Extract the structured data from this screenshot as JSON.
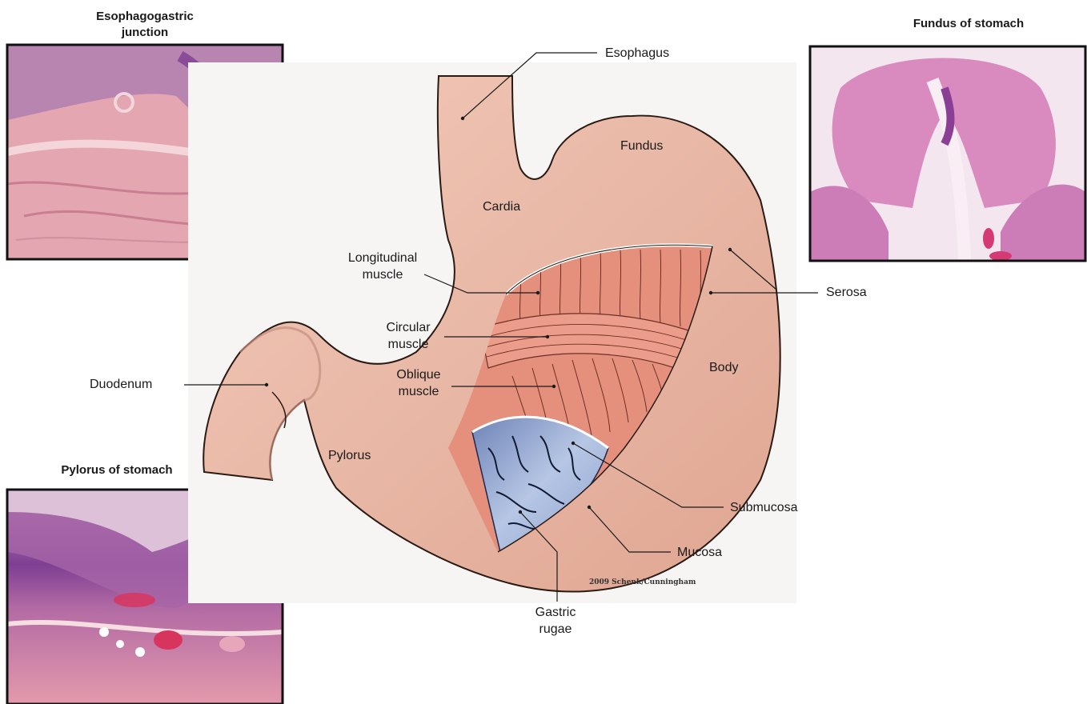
{
  "micrographs": {
    "esophagogastric": {
      "title_line1": "Esophagogastric",
      "title_line2": "junction"
    },
    "fundus": {
      "title": "Fundus of stomach"
    },
    "pylorus": {
      "title": "Pylorus of stomach"
    }
  },
  "labels": {
    "esophagus": "Esophagus",
    "fundus": "Fundus",
    "cardia": "Cardia",
    "longitudinal_1": "Longitudinal",
    "longitudinal_2": "muscle",
    "circular_1": "Circular",
    "circular_2": "muscle",
    "oblique_1": "Oblique",
    "oblique_2": "muscle",
    "serosa": "Serosa",
    "body": "Body",
    "duodenum": "Duodenum",
    "pylorus": "Pylorus",
    "submucosa": "Submucosa",
    "mucosa": "Mucosa",
    "gastric_1": "Gastric",
    "gastric_2": "rugae"
  },
  "credit": "2009 Schenk/Cunningham",
  "colors": {
    "stomach_fill": "#eab7a4",
    "stomach_outline": "#2a1a14",
    "muscle": "#e8907e",
    "mucosa": "#8fa4cf",
    "he_pink": "#e7a3b8",
    "he_purple": "#8a4c98"
  }
}
